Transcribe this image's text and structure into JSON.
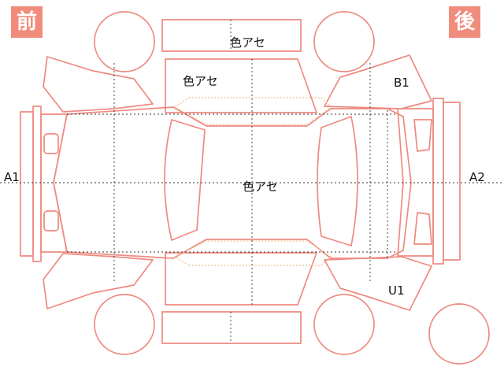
{
  "badges": {
    "front": "前",
    "rear": "後"
  },
  "labels": {
    "roof_top": "色アセ",
    "door_top": "色アセ",
    "center": "色アセ",
    "b1": "B1",
    "u1": "U1",
    "a1": "A1",
    "a2": "A2"
  },
  "colors": {
    "outline": "#ee8a80",
    "badge": "#f08c7c",
    "guide": "#333333",
    "trim": "#f2c28a"
  }
}
